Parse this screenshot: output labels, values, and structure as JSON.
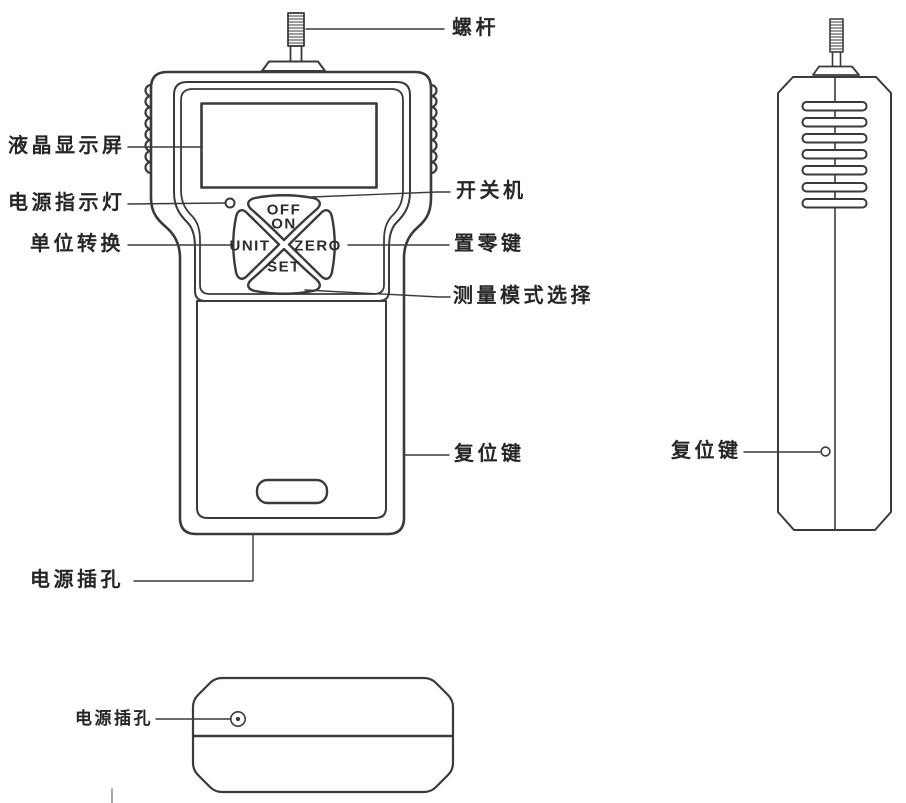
{
  "meta": {
    "description": "Line-art instruction diagram of a handheld digital force gauge shown in front, side and bottom views with Chinese callout labels",
    "background_color": "#ffffff",
    "line_color": "#3a3a3a",
    "text_color": "#262626"
  },
  "front_view": {
    "buttons": {
      "off": "OFF",
      "on": "ON",
      "unit": "UNIT",
      "zero": "ZERO",
      "set": "SET"
    },
    "callouts": {
      "screw_rod": "螺杆",
      "lcd_screen": "液晶显示屏",
      "power_indicator": "电源指示灯",
      "unit_conversion": "单位转换",
      "power_switch": "开关机",
      "zero_key": "置零键",
      "mode_select": "测量模式选择",
      "reset_key": "复位键",
      "power_jack": "电源插孔"
    }
  },
  "side_view": {
    "callouts": {
      "reset_key": "复位键"
    }
  },
  "bottom_view": {
    "callouts": {
      "power_jack": "电源插孔"
    }
  }
}
